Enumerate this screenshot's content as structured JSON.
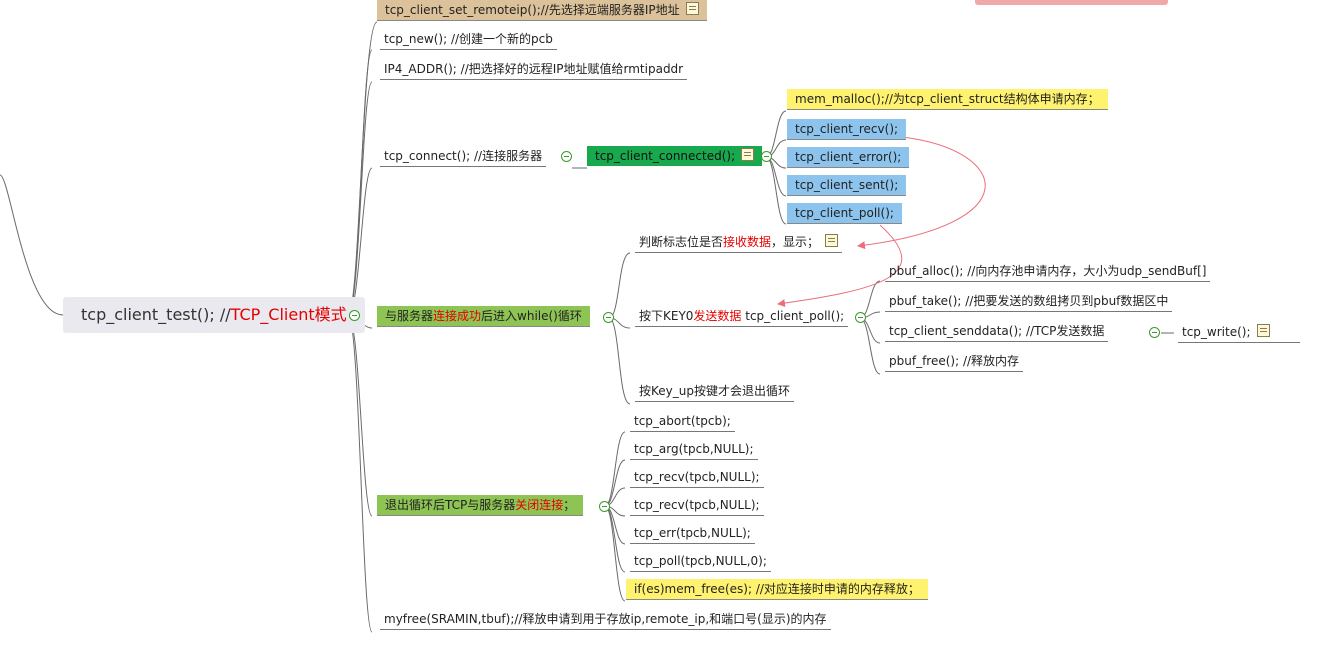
{
  "root": {
    "main": "tcp_client_test(); //",
    "accent": "TCP_Client模式"
  },
  "nodes": {
    "set_remoteip": "tcp_client_set_remoteip();//先选择远端服务器IP地址",
    "tcp_new": "tcp_new();    //创建一个新的pcb",
    "ip4_addr": "IP4_ADDR();   //把选择好的远程IP地址赋值给rmtipaddr",
    "tcp_connect": "tcp_connect();  //连接服务器",
    "connected": "tcp_client_connected();",
    "mem_malloc": "mem_malloc();//为tcp_client_struct结构体申请内存；",
    "cb_recv": "tcp_client_recv();",
    "cb_error": "tcp_client_error();",
    "cb_sent": "tcp_client_sent();",
    "cb_poll": "tcp_client_poll();",
    "loop_pre": "与服务器",
    "loop_red": "连接成功",
    "loop_post": "后进入while()循环",
    "flag_pre": "判断标志位是否",
    "flag_red": "接收数据",
    "flag_post": "，显示；",
    "key0_pre": "按下KEY0",
    "key0_red": "发送数据",
    "key0_post": " tcp_client_poll();",
    "pbuf_alloc": "pbuf_alloc(); //向内存池申请内存，大小为udp_sendBuf[]",
    "pbuf_take": "pbuf_take(); //把要发送的数组拷贝到pbuf数据区中",
    "senddata": "tcp_client_senddata();         //TCP发送数据",
    "tcp_write": "tcp_write();",
    "pbuf_free": "pbuf_free();  //释放内存",
    "key_up": "按Key_up按键才会退出循环",
    "exit_pre": "退出循环后TCP与服务器",
    "exit_red": "关闭连接",
    "exit_post": "；",
    "tcp_abort": "tcp_abort(tpcb);",
    "tcp_arg": "tcp_arg(tpcb,NULL);",
    "tcp_recv1": "tcp_recv(tpcb,NULL);",
    "tcp_recv2": "tcp_recv(tpcb,NULL);",
    "tcp_err": "tcp_err(tpcb,NULL);",
    "tcp_poll": "tcp_poll(tpcb,NULL,0);",
    "mem_free": "if(es)mem_free(es); //对应连接时申请的内存释放；",
    "myfree": "myfree(SRAMIN,tbuf);//释放申请到用于存放ip,remote_ip,和端口号(显示)的内存"
  },
  "colors": {
    "tan": "#dcc29a",
    "yellow": "#fff26e",
    "blue": "#8cc4ee",
    "green": "#18a84e",
    "light_green": "#8dc454",
    "red_text": "#e60000",
    "arrow": "#e8707a"
  },
  "icons": [
    "note-icon",
    "collapse-toggle-icon"
  ]
}
